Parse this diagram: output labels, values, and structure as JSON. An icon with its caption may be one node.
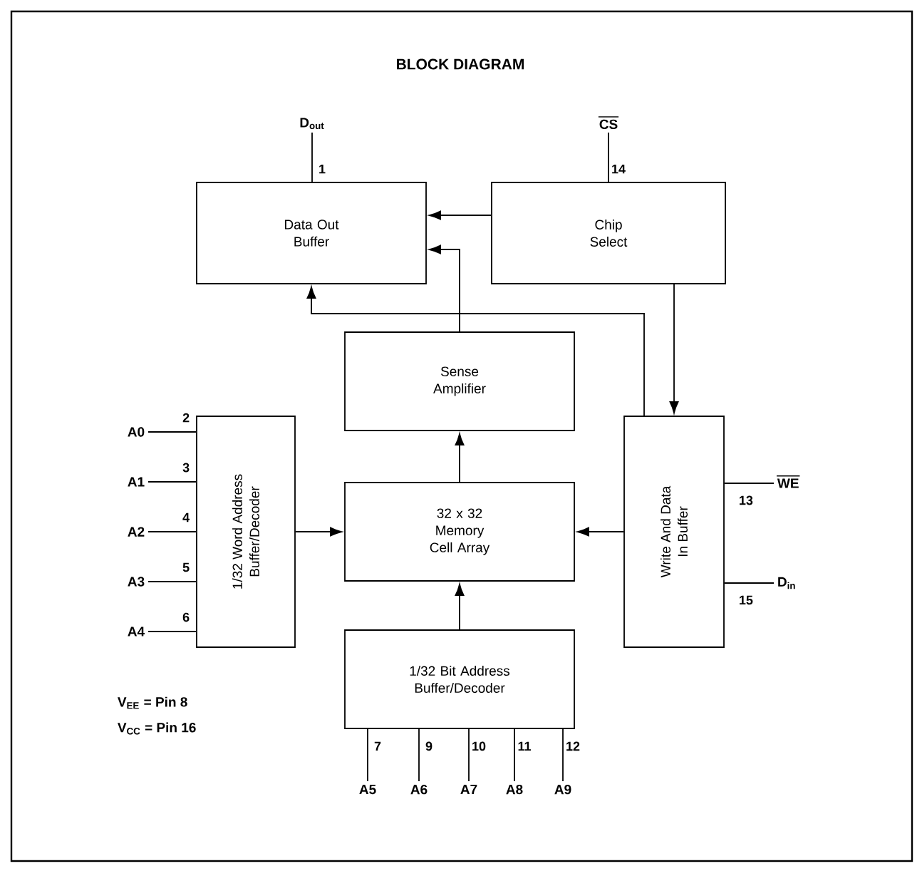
{
  "diagram": {
    "title": "BLOCK DIAGRAM",
    "nodes": [
      {
        "text": [
          "Data Out Buffer"
        ]
      },
      {
        "text": [
          "Chip Select"
        ]
      },
      {
        "text": [
          "Sense Amplifier"
        ]
      },
      {
        "text": [
          "1/32 Word Address Buffer/Decoder"
        ]
      },
      {
        "text": [
          "32 x 32 Memory Cell Array"
        ]
      },
      {
        "text": [
          "Write And Data In Buffer"
        ]
      },
      {
        "text": [
          "1/32 Bit Address Buffer/Decoder"
        ]
      },
      {
        "text": [
          "D$_{out}$"
        ]
      },
      {
        "text": [
          "CS"
        ]
      },
      {
        "text": [
          "A0"
        ]
      },
      {
        "text": [
          "A1"
        ]
      },
      {
        "text": [
          "A2"
        ]
      },
      {
        "text": [
          "A3"
        ]
      },
      {
        "text": [
          "A4"
        ]
      },
      {
        "text": [
          "WE"
        ]
      },
      {
        "text": [
          "D$_{in}$"
        ]
      },
      {
        "text": [
          "A5"
        ]
      },
      {
        "text": [
          "A6"
        ]
      },
      {
        "text": [
          "A7"
        ]
      },
      {
        "text": [
          "A8"
        ]
      },
      {
        "text": [
          "A9"
        ]
      }
    ],
    "edges": [
      {
        "from": 1,
        "to": 0,
        "arrow": "to"
      },
      {
        "from": 2,
        "to": 0,
        "arrow": "to"
      },
      {
        "from": 5,
        "to": 0,
        "arrow": "to"
      },
      {
        "from": 1,
        "to": 5,
        "arrow": "to"
      },
      {
        "from": 4,
        "to": 2,
        "arrow": "to"
      },
      {
        "from": 3,
        "to": 4,
        "arrow": "to"
      },
      {
        "from": 5,
        "to": 4,
        "arrow": "to"
      },
      {
        "from": 6,
        "to": 4,
        "arrow": "to"
      },
      {
        "from": 0,
        "to": 7,
        "arrow": "none",
        "label": "1"
      },
      {
        "from": 8,
        "to": 1,
        "arrow": "none",
        "label": "14"
      },
      {
        "from": 9,
        "to": 3,
        "arrow": "none",
        "label": "2"
      },
      {
        "from": 10,
        "to": 3,
        "arrow": "none",
        "label": "3"
      },
      {
        "from": 11,
        "to": 3,
        "arrow": "none",
        "label": "4"
      },
      {
        "from": 12,
        "to": 3,
        "arrow": "none",
        "label": "5"
      },
      {
        "from": 13,
        "to": 3,
        "arrow": "none",
        "label": "6"
      },
      {
        "from": 14,
        "to": 5,
        "arrow": "none",
        "label": "13"
      },
      {
        "from": 15,
        "to": 5,
        "arrow": "none",
        "label": "15"
      },
      {
        "from": 16,
        "to": 6,
        "arrow": "none",
        "label": "7"
      },
      {
        "from": 17,
        "to": 6,
        "arrow": "none",
        "label": "9"
      },
      {
        "from": 18,
        "to": 6,
        "arrow": "none",
        "label": "10"
      },
      {
        "from": 19,
        "to": 6,
        "arrow": "none",
        "label": "11"
      },
      {
        "from": 20,
        "to": 6,
        "arrow": "none",
        "label": "12"
      }
    ],
    "labels": [
      "V$_{EE}$ = Pin 8",
      "V$_{CC}$ = Pin 16"
    ]
  }
}
